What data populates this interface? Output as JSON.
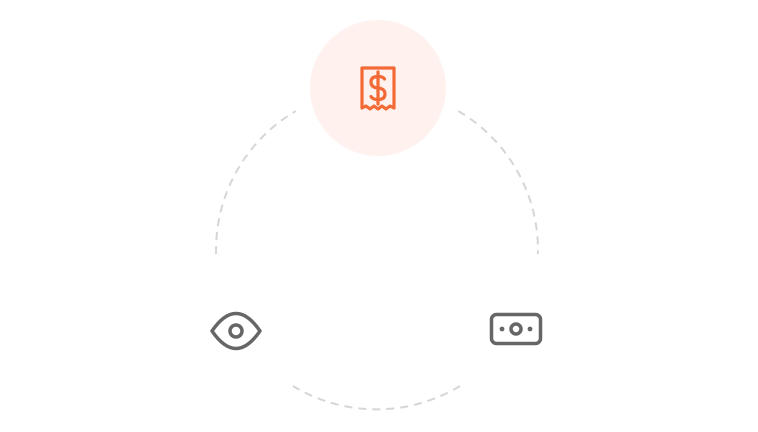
{
  "diagram": {
    "type": "cycle",
    "connector_style": "dashed-arc",
    "nodes": [
      {
        "id": "receipt",
        "icon": "receipt-dollar-icon",
        "active": true
      },
      {
        "id": "money",
        "icon": "banknote-icon",
        "active": false
      },
      {
        "id": "view",
        "icon": "eye-icon",
        "active": false
      }
    ]
  },
  "colors": {
    "accent": "#f26a35",
    "accent_bg": "#fff2ee",
    "icon_inactive": "#666666",
    "connector": "#d6d6d6",
    "background": "#ffffff"
  }
}
